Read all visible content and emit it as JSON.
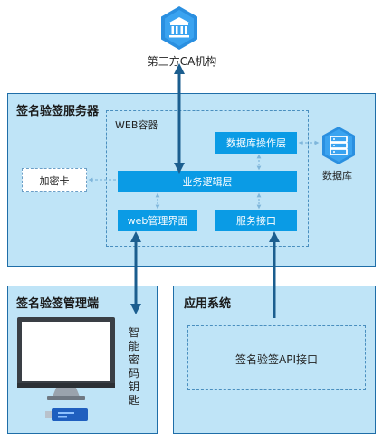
{
  "ca": {
    "label": "第三方CA机构",
    "icon": "bank-icon"
  },
  "server": {
    "title": "签名验签服务器",
    "web_container": {
      "title": "WEB容器",
      "db_layer": "数据库操作层",
      "business_layer": "业务逻辑层",
      "web_ui": "web管理界面",
      "service_api": "服务接口"
    },
    "crypto_card": "加密卡",
    "database": {
      "label": "数据库",
      "icon": "database-icon"
    }
  },
  "management": {
    "title": "签名验签管理端",
    "monitor_icon": "monitor-icon",
    "usb_key_icon": "usb-key-icon",
    "usb_key_label": "智能密码钥匙"
  },
  "app": {
    "title": "应用系统",
    "api": "签名验签API接口"
  },
  "colors": {
    "panel_fill": "#bfe4f7",
    "panel_border": "#1f6ea8",
    "box_fill": "#0a9be5",
    "arrow_dark": "#1b5e8f",
    "connector_light": "#7fb6db"
  }
}
